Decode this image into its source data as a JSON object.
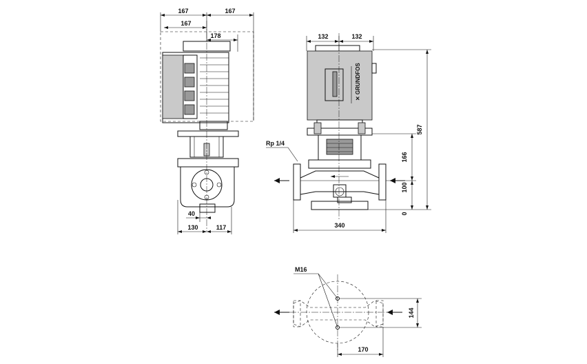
{
  "side_view": {
    "dim_top_left": "167",
    "dim_top_right": "167",
    "dim_mid": "167",
    "dim_motor": "178",
    "dim_inlet": "40",
    "dim_base_left": "130",
    "dim_base_right": "117"
  },
  "front_view": {
    "dim_top_left": "132",
    "dim_top_right": "132",
    "port_label": "Rp 1/4",
    "dim_total_height": "587",
    "dim_166": "166",
    "dim_100": "100",
    "dim_0": "0",
    "dim_width": "340"
  },
  "bottom_view": {
    "bolt_label": "M16",
    "dim_144": "144",
    "dim_170": "170"
  }
}
